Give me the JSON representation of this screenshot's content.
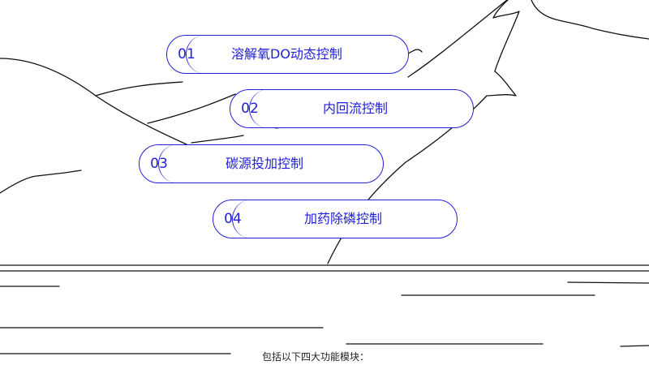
{
  "colors": {
    "accent": "#2020d8",
    "line": "#111111",
    "background": "#ffffff"
  },
  "modules": [
    {
      "number": "01",
      "label": "溶解氧DO动态控制"
    },
    {
      "number": "02",
      "label": "内回流控制"
    },
    {
      "number": "03",
      "label": "碳源投加控制"
    },
    {
      "number": "04",
      "label": "加药除磷控制"
    }
  ],
  "caption": "包括以下四大功能模块："
}
